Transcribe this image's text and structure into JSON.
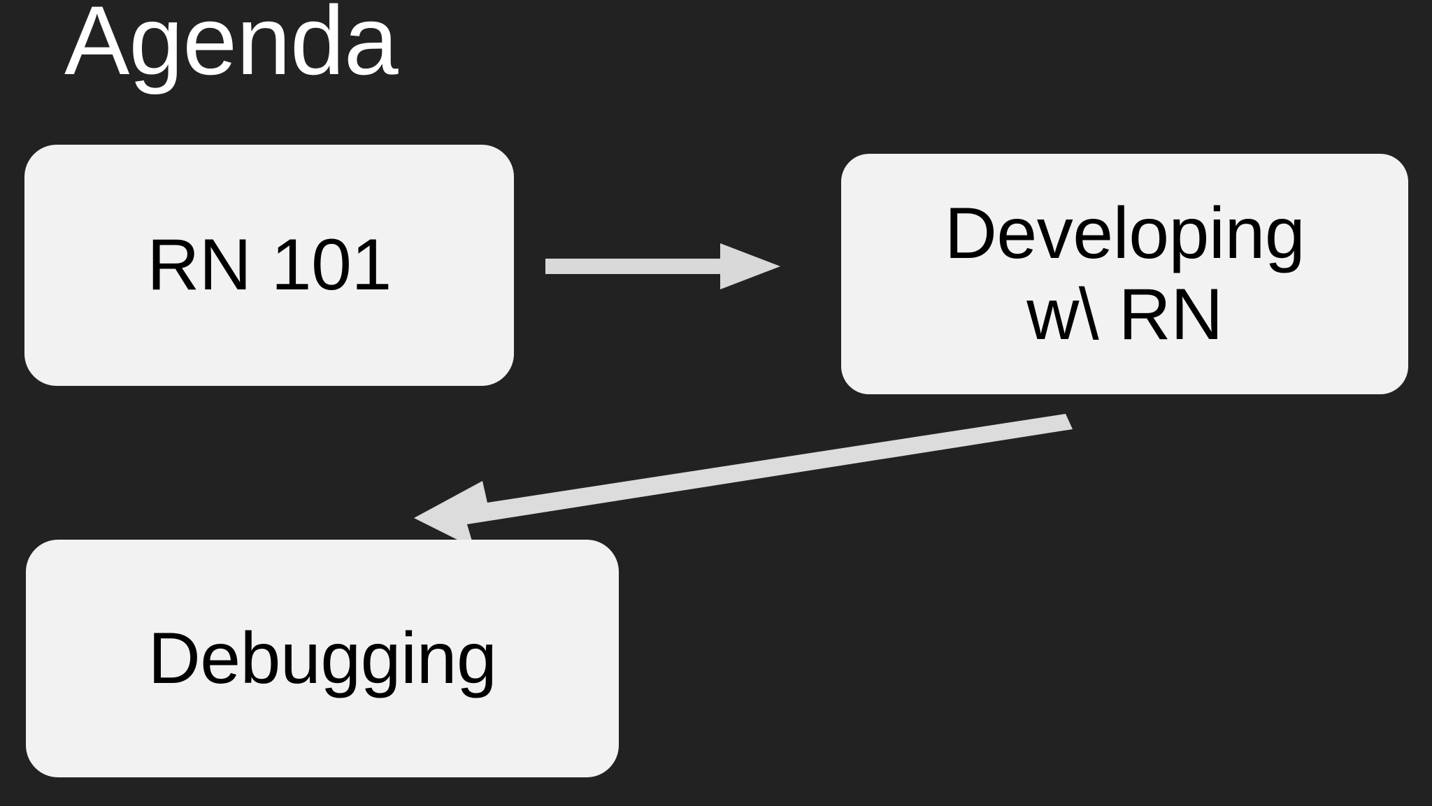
{
  "slide": {
    "title": "Agenda",
    "background_color": "#222222",
    "title_color": "#ffffff",
    "node_fill_color": "#f2f2f2",
    "node_text_color": "#000000",
    "arrow_color": "#d9d9d9"
  },
  "diagram": {
    "type": "flowchart",
    "nodes": [
      {
        "id": "rn101",
        "label": "RN 101"
      },
      {
        "id": "developing",
        "label": "Developing\nw\\ RN"
      },
      {
        "id": "debugging",
        "label": "Debugging"
      }
    ],
    "edges": [
      {
        "from": "rn101",
        "to": "developing",
        "direction": "right"
      },
      {
        "from": "developing",
        "to": "debugging",
        "direction": "down-left"
      }
    ]
  }
}
